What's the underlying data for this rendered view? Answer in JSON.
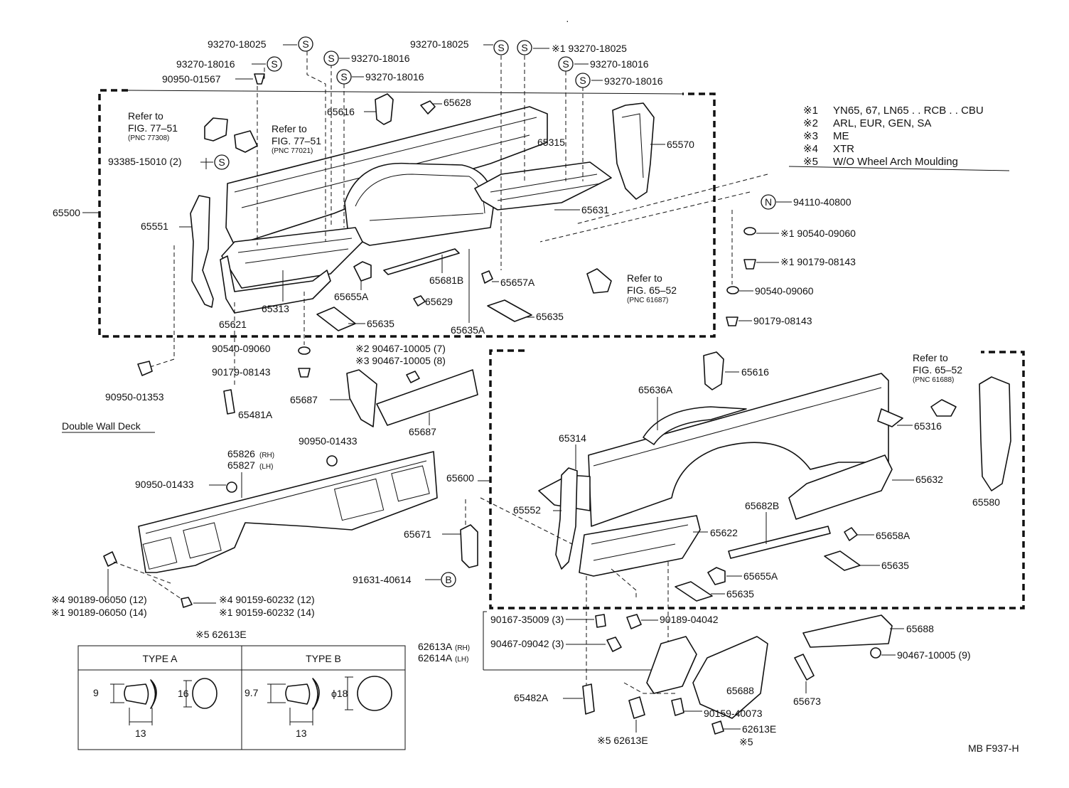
{
  "diagram": {
    "reference_code": "MB F937-H",
    "section_label": "Double Wall Deck",
    "group_labels": {
      "upper_assembly": "65500",
      "lower_assembly": "65600"
    }
  },
  "notes": [
    {
      "mark": "※1",
      "text": "YN65, 67, LN65 . . RCB . . CBU"
    },
    {
      "mark": "※2",
      "text": "ARL, EUR, GEN, SA"
    },
    {
      "mark": "※3",
      "text": "ME"
    },
    {
      "mark": "※4",
      "text": "XTR"
    },
    {
      "mark": "※5",
      "text": "W/O Wheel Arch Moulding"
    }
  ],
  "symbols": {
    "s": "S",
    "n": "N",
    "b": "B"
  },
  "refs": [
    {
      "line1": "Refer to",
      "line2": "FIG. 77–51",
      "line3": "(PNC 77308)"
    },
    {
      "line1": "Refer to",
      "line2": "FIG. 77–51",
      "line3": "(PNC 77021)"
    },
    {
      "line1": "Refer to",
      "line2": "FIG. 65–52",
      "line3": "(PNC 61687)"
    },
    {
      "line1": "Refer to",
      "line2": "FIG. 65–52",
      "line3": "(PNC 61688)"
    }
  ],
  "callouts": [
    "93270-18025",
    "93270-18016",
    "90950-01567",
    "93270-18016",
    "93270-18016",
    "93270-18025",
    "※1 93270-18025",
    "93270-18016",
    "93270-18016",
    "93385-15010 (2)",
    "65616",
    "65628",
    "65315",
    "65570",
    "94110-40800",
    "※1 90540-09060",
    "※1 90179-08143",
    "90540-09060",
    "90179-08143",
    "65631",
    "65551",
    "65681B",
    "65657A",
    "65655A",
    "65629",
    "65313",
    "65621",
    "65635",
    "65635A",
    "65635",
    "90540-09060",
    "90179-08143",
    "90950-01353",
    "65481A",
    "※2 90467-10005 (7)",
    "※3 90467-10005 (8)",
    "65687",
    "65687",
    "90950-01433",
    "90950-01433",
    "65616",
    "65636A",
    "65316",
    "65314",
    "65600",
    "65632",
    "65580",
    "65552",
    "65622",
    "65682B",
    "65671",
    "65658A",
    "65635",
    "91631-40614",
    "65655A",
    "65635",
    "※4 90189-06050 (12)",
    "※1 90189-06050 (14)",
    "※4 90159-60232 (12)",
    "※1 90159-60232 (14)",
    "90167-35009 (3)",
    "90189-04042",
    "90467-09042 (3)",
    "65688",
    "90467-10005 (9)",
    "65688",
    "65673",
    "65482A",
    "90159-40073",
    "62613E",
    "※5",
    "※5 62613E",
    "※5 62613E"
  ],
  "rh_lh": {
    "top_a": "65826",
    "top_a_side": "(RH)",
    "top_b": "65827",
    "top_b_side": "(LH)",
    "bot_a": "62613A",
    "bot_a_side": "(RH)",
    "bot_b": "62614A",
    "bot_b_side": "(LH)"
  },
  "type_table": {
    "type_a": {
      "label": "TYPE A",
      "height": "9",
      "width": "13",
      "dia": "16"
    },
    "type_b": {
      "label": "TYPE B",
      "height": "9.7",
      "width": "13",
      "dia": "ϕ18"
    }
  }
}
